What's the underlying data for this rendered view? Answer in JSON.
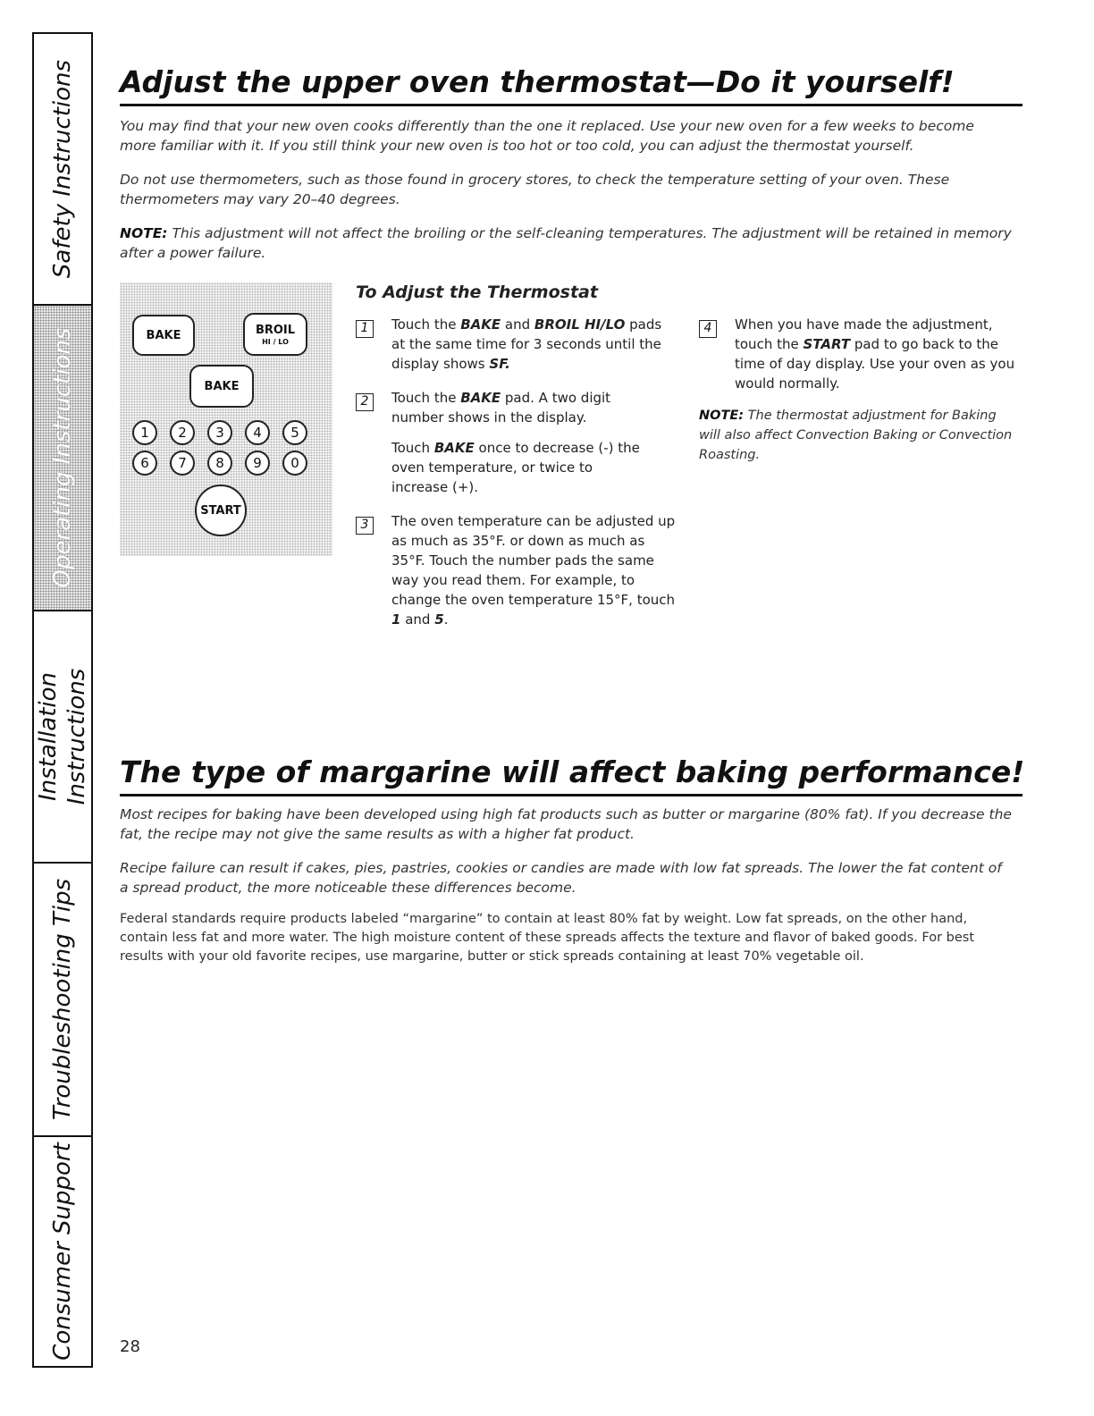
{
  "side_tabs": [
    {
      "id": "safety",
      "label": "Safety Instructions",
      "active": false
    },
    {
      "id": "operating",
      "label": "Operating Instructions",
      "active": true
    },
    {
      "id": "installation",
      "label_line1": "Installation",
      "label_line2": "Instructions",
      "active": false
    },
    {
      "id": "troubleshooting",
      "label": "Troubleshooting Tips",
      "active": false
    },
    {
      "id": "consumer",
      "label": "Consumer Support",
      "active": false
    }
  ],
  "section1": {
    "title": "Adjust the upper oven thermostat—Do it yourself!",
    "para1": "You may find that your new oven cooks differently than the one it replaced. Use your new oven for a few weeks to become more familiar with it. If you still think your new oven is too hot or too cold, you can adjust the thermostat yourself.",
    "para2": "Do not use thermometers, such as those found in grocery stores, to check the temperature setting of your oven. These thermometers may vary 20–40 degrees.",
    "note_label": "NOTE:",
    "note_text": " This adjustment will not affect the broiling or the self-cleaning temperatures. The adjustment will be retained in memory after a power failure."
  },
  "panel": {
    "bake_label": "BAKE",
    "broil_label": "BROIL",
    "broil_sub": "HI / LO",
    "bake2_label": "BAKE",
    "numbers_row1": [
      "1",
      "2",
      "3",
      "4",
      "5"
    ],
    "numbers_row2": [
      "6",
      "7",
      "8",
      "9",
      "0"
    ],
    "start_label": "START"
  },
  "steps": {
    "heading": "To Adjust the Thermostat",
    "s1_num": "1",
    "s1_a": "Touch the ",
    "s1_b": "BAKE",
    "s1_c": " and ",
    "s1_d": "BROIL HI/LO",
    "s1_e": " pads at the same time for 3 seconds until the display shows ",
    "s1_f": "SF.",
    "s2_num": "2",
    "s2_a": "Touch the ",
    "s2_b": "BAKE",
    "s2_c": " pad. A two digit number shows in the display.",
    "s2b_a": "Touch ",
    "s2b_b": "BAKE",
    "s2b_c": " once to decrease (-) the oven temperature, or twice to increase (+).",
    "s3_num": "3",
    "s3_a": "The oven temperature can be adjusted up as much as 35°F. or down as much as 35°F. Touch the number pads the same way you read them. For example, to change the oven temperature 15°F, touch ",
    "s3_b": "1",
    "s3_c": " and ",
    "s3_d": "5",
    "s3_e": ".",
    "s4_num": "4",
    "s4_a": "When you have made the adjustment, touch the ",
    "s4_b": "START",
    "s4_c": " pad to go back to the time of day display. Use your oven as you would normally.",
    "note_label": "NOTE:",
    "note_text": " The thermostat adjustment for Baking will also affect Convection Baking or Convection Roasting."
  },
  "section2": {
    "title": "The type of margarine will affect baking performance!",
    "para1": "Most recipes for baking have been developed using high fat products such as butter or margarine (80% fat). If you decrease the fat, the recipe may not give the same results as with a higher fat product.",
    "para2": "Recipe failure can result if cakes, pies, pastries, cookies or candies are made with low fat spreads. The lower the fat content of a spread product, the more noticeable these differences become.",
    "para3": "Federal standards require products labeled “margarine” to contain at least 80% fat by weight. Low fat spreads, on the other hand, contain less fat and more water. The high moisture content of these spreads affects the texture and flavor of baked goods. For best results with your old favorite recipes, use margarine, butter or stick spreads containing at least 70% vegetable oil."
  },
  "page_number": "28"
}
